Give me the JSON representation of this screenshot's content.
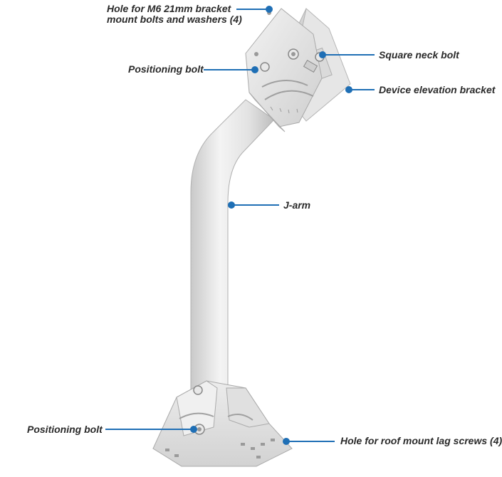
{
  "callouts": {
    "hole_m6": {
      "line1": "Hole for M6 21mm bracket",
      "line2": "mount bolts and washers (4)"
    },
    "positioning_bolt_top": "Positioning bolt",
    "square_neck_bolt": "Square neck bolt",
    "device_elevation_bracket": "Device elevation bracket",
    "j_arm": "J-arm",
    "positioning_bolt_bottom": "Positioning bolt",
    "hole_roof_mount": "Hole for roof mount lag screws (4)"
  },
  "colors": {
    "leader": "#1f6fb5",
    "label": "#2a2a2a",
    "metal_light": "#eeeeee",
    "metal_mid": "#d6d6d6",
    "metal_dark": "#b9b9b9"
  }
}
